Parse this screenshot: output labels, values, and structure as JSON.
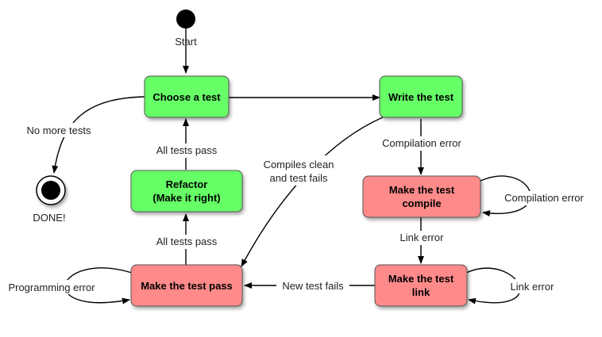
{
  "colors": {
    "success_state": "#66ff66",
    "failure_state": "#ff8a8a",
    "border": "#555555"
  },
  "nodes": {
    "start": {
      "label": "Start"
    },
    "done": {
      "label": "DONE!"
    },
    "choose": {
      "label": "Choose a test"
    },
    "write": {
      "label": "Write the test"
    },
    "refactor": {
      "line1": "Refactor",
      "line2": "(Make it right)"
    },
    "compile": {
      "line1": "Make the test",
      "line2": "compile"
    },
    "link": {
      "line1": "Make the test",
      "line2": "link"
    },
    "pass": {
      "label": "Make the test pass"
    }
  },
  "edges": {
    "no_more_tests": "No more tests",
    "all_tests_pass_upper": "All tests pass",
    "all_tests_pass_lower": "All tests pass",
    "compiles_clean_line1": "Compiles clean",
    "compiles_clean_line2": "and test fails",
    "compilation_error": "Compilation error",
    "compilation_error_loop": "Compilation error",
    "link_error": "Link error",
    "link_error_loop": "Link error",
    "new_test_fails": "New test fails",
    "programming_error": "Programming error"
  }
}
